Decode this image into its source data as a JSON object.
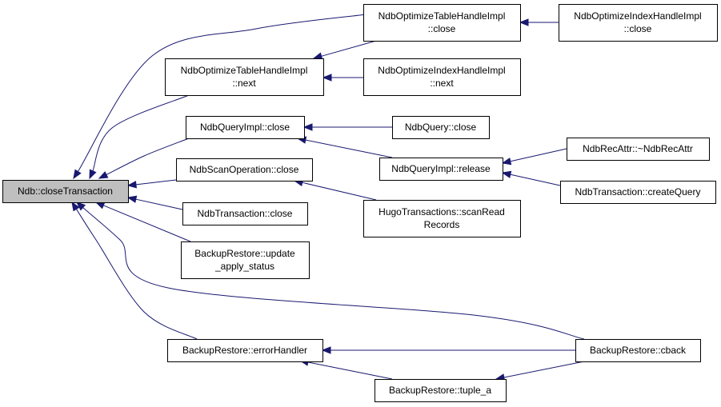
{
  "graph": {
    "title": "Ndb::closeTransaction caller graph",
    "colors": {
      "edge": "#191970",
      "root_fill": "#bfbfbf",
      "node_fill": "#ffffff",
      "node_stroke": "#000000"
    },
    "nodes": [
      {
        "id": "root",
        "lines": [
          "Ndb::closeTransaction"
        ],
        "root": true
      },
      {
        "id": "optTableClose",
        "lines": [
          "NdbOptimizeTableHandleImpl",
          "::close"
        ]
      },
      {
        "id": "optIndexClose",
        "lines": [
          "NdbOptimizeIndexHandleImpl",
          "::close"
        ]
      },
      {
        "id": "optTableNext",
        "lines": [
          "NdbOptimizeTableHandleImpl",
          "::next"
        ]
      },
      {
        "id": "optIndexNext",
        "lines": [
          "NdbOptimizeIndexHandleImpl",
          "::next"
        ]
      },
      {
        "id": "queryImplClose",
        "lines": [
          "NdbQueryImpl::close"
        ]
      },
      {
        "id": "queryClose",
        "lines": [
          "NdbQuery::close"
        ]
      },
      {
        "id": "queryImplRelease",
        "lines": [
          "NdbQueryImpl::release"
        ]
      },
      {
        "id": "recAttr",
        "lines": [
          "NdbRecAttr::~NdbRecAttr"
        ]
      },
      {
        "id": "createQuery",
        "lines": [
          "NdbTransaction::createQuery"
        ]
      },
      {
        "id": "scanOpClose",
        "lines": [
          "NdbScanOperation::close"
        ]
      },
      {
        "id": "hugoScan",
        "lines": [
          "HugoTransactions::scanRead",
          "Records"
        ]
      },
      {
        "id": "transClose",
        "lines": [
          "NdbTransaction::close"
        ]
      },
      {
        "id": "updateApply",
        "lines": [
          "BackupRestore::update",
          "_apply_status"
        ]
      },
      {
        "id": "errorHandler",
        "lines": [
          "BackupRestore::errorHandler"
        ]
      },
      {
        "id": "cback",
        "lines": [
          "BackupRestore::cback"
        ]
      },
      {
        "id": "tupleA",
        "lines": [
          "BackupRestore::tuple_a"
        ]
      }
    ],
    "edges": [
      {
        "from": "optTableClose",
        "to": "root"
      },
      {
        "from": "optIndexClose",
        "to": "optTableClose"
      },
      {
        "from": "optTableNext",
        "to": "root"
      },
      {
        "from": "optTableClose",
        "to": "optTableNext"
      },
      {
        "from": "optIndexNext",
        "to": "optTableNext"
      },
      {
        "from": "queryImplClose",
        "to": "root"
      },
      {
        "from": "queryClose",
        "to": "queryImplClose"
      },
      {
        "from": "queryImplRelease",
        "to": "queryImplClose"
      },
      {
        "from": "recAttr",
        "to": "queryImplRelease"
      },
      {
        "from": "createQuery",
        "to": "queryImplRelease"
      },
      {
        "from": "scanOpClose",
        "to": "root"
      },
      {
        "from": "hugoScan",
        "to": "scanOpClose"
      },
      {
        "from": "transClose",
        "to": "root"
      },
      {
        "from": "updateApply",
        "to": "root"
      },
      {
        "from": "cback",
        "to": "root"
      },
      {
        "from": "errorHandler",
        "to": "root"
      },
      {
        "from": "cback",
        "to": "errorHandler"
      },
      {
        "from": "tupleA",
        "to": "errorHandler"
      },
      {
        "from": "cback",
        "to": "tupleA"
      }
    ]
  }
}
